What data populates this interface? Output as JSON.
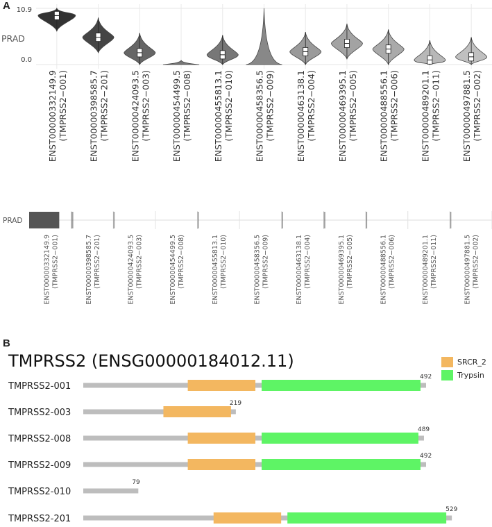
{
  "panel_labels": {
    "a": "A",
    "b": "B"
  },
  "chart_data": [
    {
      "type": "violin",
      "tissue_label": "PRAD",
      "y_tick_labels": [
        "10.9",
        "0.0"
      ],
      "ylim": [
        0.0,
        10.9
      ],
      "grid": true,
      "categories": [
        "ENST00000332149.9\n(TMPRSS2−001)",
        "ENST00000398585.7\n(TMPRSS2−201)",
        "ENST00000424093.5\n(TMPRSS2−003)",
        "ENST00000454499.5\n(TMPRSS2−008)",
        "ENST00000455813.1\n(TMPRSS2−010)",
        "ENST00000458356.5\n(TMPRSS2−009)",
        "ENST00000463138.1\n(TMPRSS2−004)",
        "ENST00000469395.1\n(TMPRSS2−005)",
        "ENST00000488556.1\n(TMPRSS2−006)",
        "ENST00000489201.1\n(TMPRSS2−011)",
        "ENST00000497881.5\n(TMPRSS2−002)"
      ],
      "medians": [
        9.5,
        5.3,
        2.3,
        0.05,
        1.9,
        0.05,
        2.5,
        4.1,
        3.0,
        0.9,
        1.5
      ],
      "colors": [
        "#333333",
        "#454545",
        "#666666",
        "#777777",
        "#777777",
        "#888888",
        "#9a9a9a",
        "#a3a3a3",
        "#aaaaaa",
        "#b8b8b8",
        "#c0c0c0"
      ]
    },
    {
      "type": "bar",
      "tissue_label": "PRAD",
      "categories": [
        "ENST00000332149.9\n(TMPRSS2−001)",
        "ENST00000398585.7\n(TMPRSS2−201)",
        "ENST00000424093.5\n(TMPRSS2−003)",
        "ENST00000454499.5\n(TMPRSS2−008)",
        "ENST00000455813.1\n(TMPRSS2−010)",
        "ENST00000458356.5\n(TMPRSS2−009)",
        "ENST00000463138.1\n(TMPRSS2−004)",
        "ENST00000469395.1\n(TMPRSS2−005)",
        "ENST00000488556.1\n(TMPRSS2−006)",
        "ENST00000489201.1\n(TMPRSS2−011)",
        "ENST00000497881.5\n(TMPRSS2−002)"
      ],
      "values": [
        0.73,
        0.05,
        0.003,
        0.0,
        0.003,
        0.0,
        0.005,
        0.04,
        0.008,
        0.0,
        0.003
      ],
      "color": "#555555"
    },
    {
      "type": "domain",
      "title": "TMPRSS2 (ENSG00000184012.11)",
      "legend": [
        {
          "name": "SRCR_2",
          "color": "#f3b760"
        },
        {
          "name": "Trypsin",
          "color": "#5ef465"
        }
      ],
      "proteins": [
        {
          "name": "TMPRSS2-001",
          "length": 492,
          "length_label": "492",
          "domains": [
            {
              "type": "SRCR_2",
              "start": 150,
              "end": 247
            },
            {
              "type": "Trypsin",
              "start": 256,
              "end": 484
            }
          ]
        },
        {
          "name": "TMPRSS2-003",
          "length": 219,
          "length_label": "219",
          "domains": [
            {
              "type": "SRCR_2",
              "start": 115,
              "end": 212
            }
          ]
        },
        {
          "name": "TMPRSS2-008",
          "length": 489,
          "length_label": "489",
          "domains": [
            {
              "type": "SRCR_2",
              "start": 150,
              "end": 247
            },
            {
              "type": "Trypsin",
              "start": 256,
              "end": 481
            }
          ]
        },
        {
          "name": "TMPRSS2-009",
          "length": 492,
          "length_label": "492",
          "domains": [
            {
              "type": "SRCR_2",
              "start": 150,
              "end": 247
            },
            {
              "type": "Trypsin",
              "start": 256,
              "end": 484
            }
          ]
        },
        {
          "name": "TMPRSS2-010",
          "length": 79,
          "length_label": "79",
          "domains": []
        },
        {
          "name": "TMPRSS2-201",
          "length": 529,
          "length_label": "529",
          "domains": [
            {
              "type": "SRCR_2",
              "start": 187,
              "end": 284
            },
            {
              "type": "Trypsin",
              "start": 293,
              "end": 521
            }
          ]
        }
      ]
    }
  ]
}
